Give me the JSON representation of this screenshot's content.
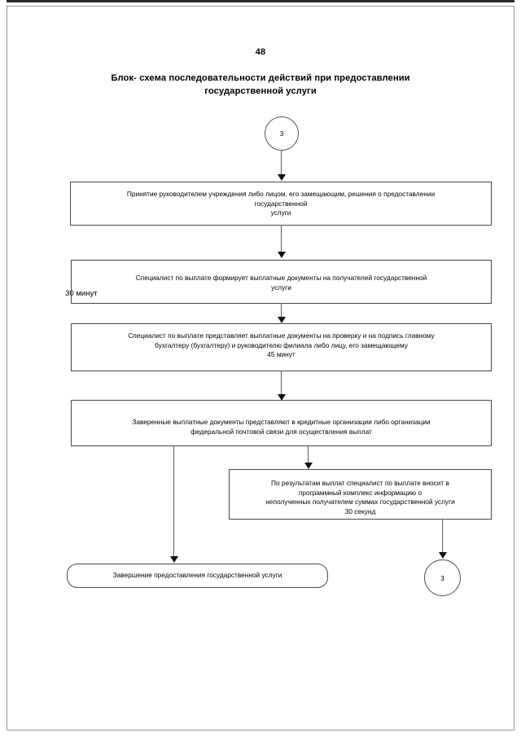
{
  "document": {
    "page_number": "48",
    "title": "Блок- схема последовательности действий при предоставлении государственной услуги"
  },
  "flowchart": {
    "type": "flowchart",
    "connector_in": {
      "label": "3"
    },
    "connector_out": {
      "label": "3"
    },
    "annotations": [
      {
        "name": "duration-30-minut",
        "text": "30 минут"
      }
    ],
    "nodes": [
      {
        "id": "node-1",
        "shape": "process",
        "text": "Принятие руководителем учреждения либо лицом, его замещающим, решения о предоставлении\nгосударственной\nуслуги"
      },
      {
        "id": "node-2",
        "shape": "process",
        "text": "Специалист по выплате формирует выплатные документы на получателей государственной\nуслуги"
      },
      {
        "id": "node-3",
        "shape": "process",
        "text": "Специалист по выплате представляет выплатные документы на проверку и на подпись главному\nбухгалтеру  (бухгалтеру) и руководителю филиала либо лицу, его замещающему\n45 минут"
      },
      {
        "id": "node-4",
        "shape": "process",
        "text": "Заверенные выплатные документы представляют в кредитные организации либо организации\nфедеральной почтовой связи для осуществления выплат"
      },
      {
        "id": "node-5",
        "shape": "process",
        "text": "По результатам выплат специалист по выплате вносит в\nпрограммный комплекс информацию о\nнеполученных получателем суммах государственной услуги\n30 секунд"
      },
      {
        "id": "node-6",
        "shape": "terminator",
        "text": "Завершение предоставления государственной услуги"
      }
    ]
  }
}
